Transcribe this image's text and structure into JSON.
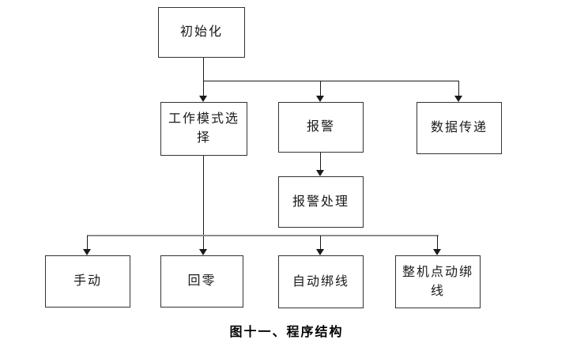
{
  "diagram": {
    "caption": "图十一、程序结构",
    "nodes": {
      "init": {
        "label": "初始化"
      },
      "mode_select": {
        "label": "工作模式选择"
      },
      "alarm": {
        "label": "报警"
      },
      "data_transfer": {
        "label": "数据传递"
      },
      "alarm_handling": {
        "label": "报警处理"
      },
      "manual": {
        "label": "手动"
      },
      "return_zero": {
        "label": "回零"
      },
      "auto_binding": {
        "label": "自动绑线"
      },
      "whole_machine_jog_binding": {
        "label": "整机点动绑线"
      }
    },
    "edges": [
      {
        "from": "init",
        "to": "mode_select"
      },
      {
        "from": "init",
        "to": "alarm"
      },
      {
        "from": "init",
        "to": "data_transfer"
      },
      {
        "from": "alarm",
        "to": "alarm_handling"
      },
      {
        "from": "mode_select",
        "to": "manual"
      },
      {
        "from": "mode_select",
        "to": "return_zero"
      },
      {
        "from": "mode_select",
        "to": "auto_binding"
      },
      {
        "from": "mode_select",
        "to": "whole_machine_jog_binding"
      }
    ],
    "colors": {
      "background": "#ffffff",
      "box_border": "#333333",
      "connector_black": "#1a1a1a",
      "connector_gray": "#8c8c8c",
      "text": "#1a1a1a"
    }
  }
}
